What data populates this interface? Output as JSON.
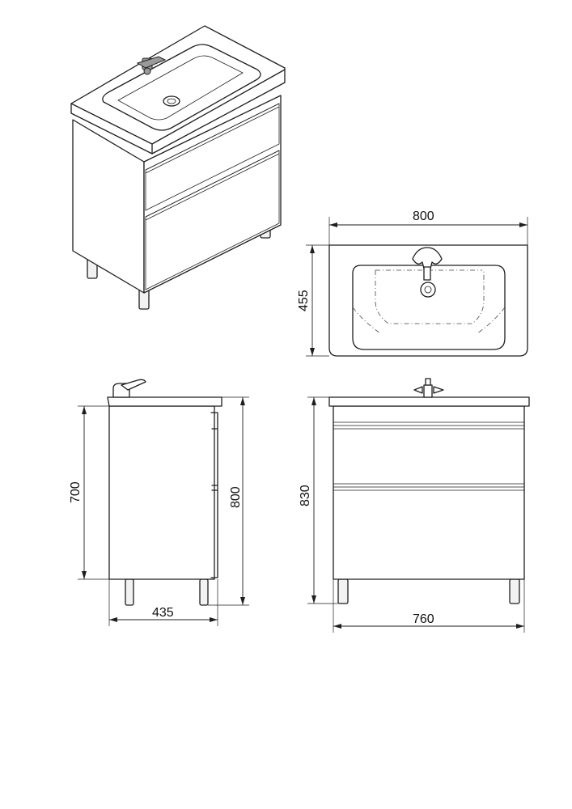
{
  "dimensions": {
    "top_width": "800",
    "top_depth": "455",
    "side_cabinet_height": "700",
    "side_total_height": "800",
    "side_depth": "435",
    "front_height": "830",
    "front_width": "760"
  },
  "colors": {
    "line": "#1e1e1e",
    "tap": "#9a9a9a",
    "background": "#ffffff"
  }
}
